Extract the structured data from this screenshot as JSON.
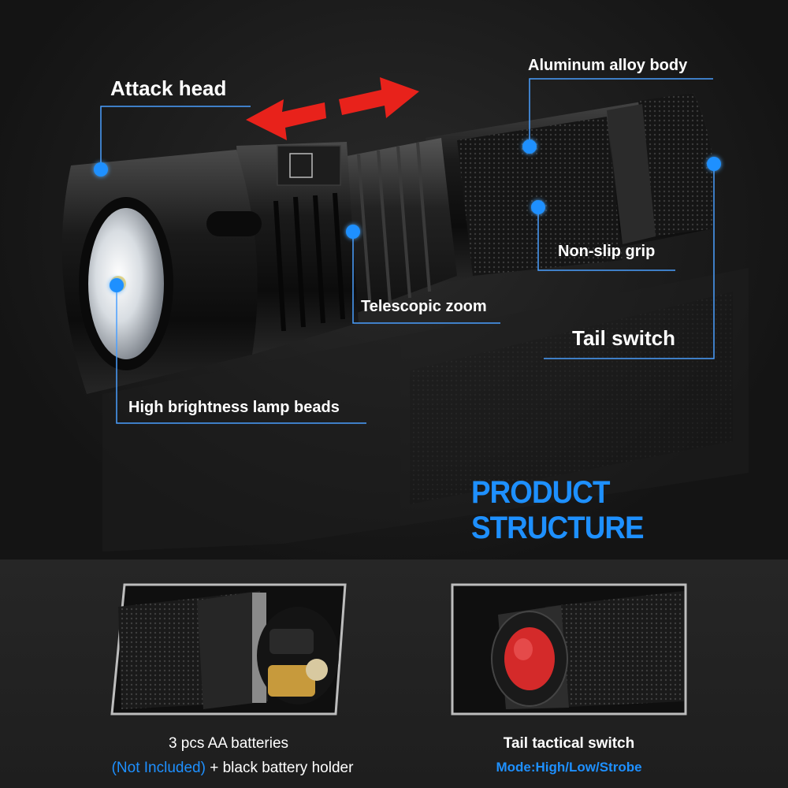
{
  "callouts": {
    "attack_head": "Attack head",
    "aluminum_body": "Aluminum alloy body",
    "non_slip_grip": "Non-slip grip",
    "telescopic_zoom": "Telescopic zoom",
    "tail_switch": "Tail switch",
    "lamp_beads": "High brightness lamp beads"
  },
  "section_title": "PRODUCT STRUCTURE",
  "left_card": {
    "line1": "3 pcs  AA  batteries",
    "line2_highlight": "(Not Included)",
    "line2_rest": " + black battery holder"
  },
  "right_card": {
    "line1": "Tail tactical switch",
    "line2": "Mode:High/Low/Strobe"
  },
  "colors": {
    "accent": "#1e90ff",
    "arrow": "#e8221b",
    "switch": "#d42a2a"
  },
  "icons": [
    "double-arrow-icon",
    "callout-dot-icon"
  ]
}
